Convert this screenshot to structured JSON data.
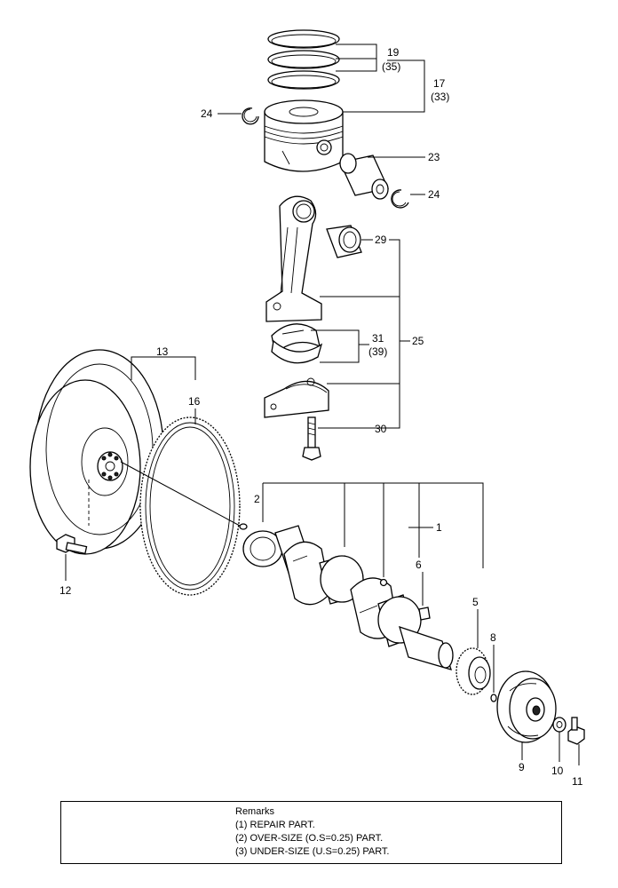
{
  "callouts": {
    "c1": "1",
    "c2": "2",
    "c5": "5",
    "c6": "6",
    "c8": "8",
    "c9": "9",
    "c10": "10",
    "c11": "11",
    "c12": "12",
    "c13": "13",
    "c16": "16",
    "c17": "17",
    "c33": "(33)",
    "c19": "19",
    "c35": "(35)",
    "c23": "23",
    "c24a": "24",
    "c24b": "24",
    "c25": "25",
    "c29": "29",
    "c30": "30",
    "c31": "31",
    "c39": "(39)"
  },
  "remarks": {
    "title": "Remarks",
    "line1": "(1) REPAIR PART.",
    "line2": "(2) OVER-SIZE (O.S=0.25) PART.",
    "line3": "(3) UNDER-SIZE (U.S=0.25) PART."
  }
}
